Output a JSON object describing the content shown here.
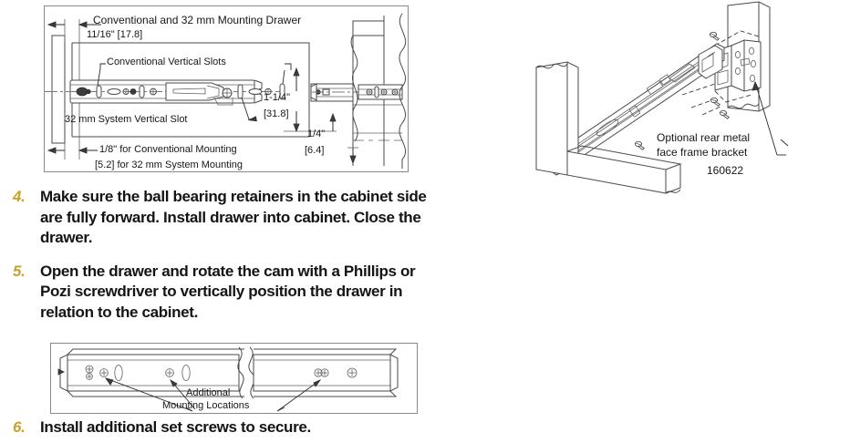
{
  "document": {
    "type": "installation-instructions",
    "accent_color": "#c8a22a",
    "text_color": "#141414",
    "line_color": "#4a4a4a"
  },
  "top_diagram": {
    "title": "Conventional and 32 mm Mounting Drawer",
    "labels": {
      "dim_top": "11/16\" [17.8]",
      "conventional_slots": "Conventional Vertical Slots",
      "system_slot": "32 mm System Vertical Slot",
      "note_line1": "1/8\" for Conventional Mounting",
      "note_line2": "[5.2] for 32 mm System Mounting",
      "dim_right_in": "1-1/4\"",
      "dim_right_mm": "[31.8]",
      "dim_bottom_in": "1/4\"",
      "dim_bottom_mm": "[6.4]"
    }
  },
  "iso_diagram": {
    "callout_line1": "Optional rear metal",
    "callout_line2": "face frame bracket",
    "part_number": "160622"
  },
  "bottom_diagram": {
    "callout_line1": "Additional",
    "callout_line2": "Mounting Locations"
  },
  "steps": [
    {
      "number": "4.",
      "text": "Make sure the ball bearing retainers in the cabinet side are fully forward. Install drawer into cabinet. Close the drawer."
    },
    {
      "number": "5.",
      "text": "Open the drawer and rotate the cam with a Phillips or Pozi screwdriver to vertically position the drawer in relation to the cabinet."
    },
    {
      "number": "6.",
      "text": "Install additional set screws to secure."
    }
  ]
}
